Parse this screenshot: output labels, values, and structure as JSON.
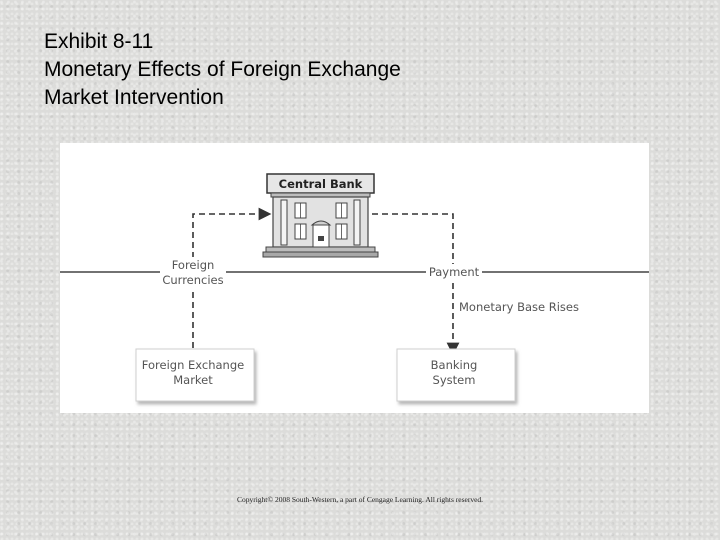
{
  "title": {
    "line1": "Exhibit 8-11",
    "line2": "Monetary Effects of Foreign Exchange",
    "line3": "Market Intervention"
  },
  "diagram": {
    "central_bank": "Central Bank",
    "foreign_currencies_line1": "Foreign",
    "foreign_currencies_line2": "Currencies",
    "payment": "Payment",
    "monetary_base_rises": "Monetary Base Rises",
    "fx_market_line1": "Foreign Exchange",
    "fx_market_line2": "Market",
    "banking_line1": "Banking",
    "banking_line2": "System"
  },
  "copyright": "Copyright© 2008 South-Western, a part of Cengage Learning. All rights reserved."
}
